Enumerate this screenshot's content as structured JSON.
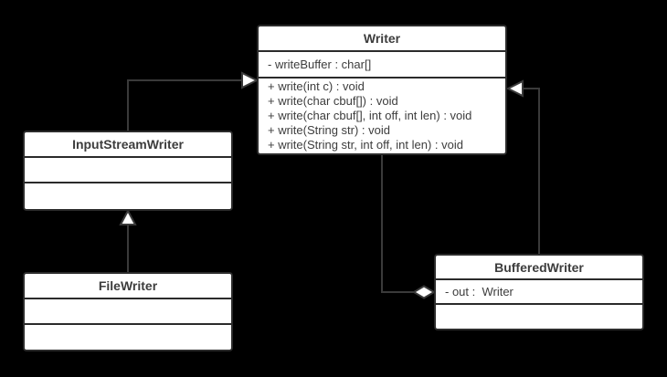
{
  "canvas": {
    "background": "#000000",
    "line_color": "#3a3a3a",
    "box_fill": "#ffffff",
    "box_border": "#2b2b2b",
    "text_color": "#3d3d3d"
  },
  "classes": {
    "writer": {
      "title": "Writer",
      "attributes": [
        "- writeBuffer : char[]"
      ],
      "methods": [
        "+ write(int c) : void",
        "+ write(char cbuf[]) : void",
        "+ write(char cbuf[], int off, int len) : void",
        "+ write(String str) : void",
        "+ write(String str, int off, int len) : void"
      ]
    },
    "input_stream_writer": {
      "title": "InputStreamWriter",
      "attributes": [],
      "methods": []
    },
    "file_writer": {
      "title": "FileWriter",
      "attributes": [],
      "methods": []
    },
    "buffered_writer": {
      "title": "BufferedWriter",
      "attributes": [
        "- out :  Writer"
      ],
      "methods": []
    }
  },
  "relations": [
    {
      "name": "inputstreamwriter-extends-writer",
      "type": "generalization",
      "from": "InputStreamWriter",
      "to": "Writer"
    },
    {
      "name": "filewriter-extends-inputstreamwriter",
      "type": "generalization",
      "from": "FileWriter",
      "to": "InputStreamWriter"
    },
    {
      "name": "bufferedwriter-extends-writer",
      "type": "generalization",
      "from": "BufferedWriter",
      "to": "Writer"
    },
    {
      "name": "bufferedwriter-aggregates-writer",
      "type": "aggregation",
      "from": "BufferedWriter",
      "to": "Writer"
    }
  ]
}
